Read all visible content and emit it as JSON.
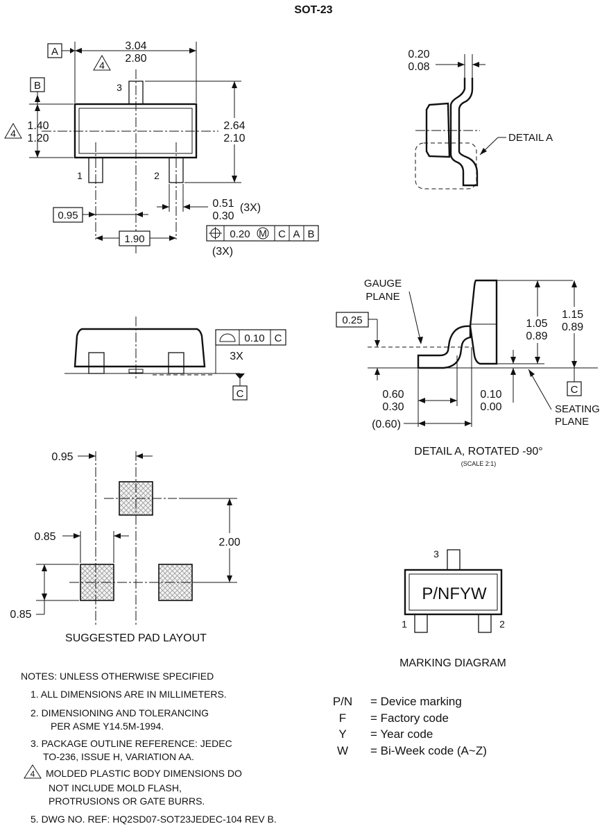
{
  "title": "SOT-23",
  "datums": {
    "a": "A",
    "b": "B",
    "c": "C"
  },
  "note_symbol": "4",
  "top_view": {
    "width_max": "3.04",
    "width_min": "2.80",
    "body_height_max": "1.40",
    "body_height_min": "1.20",
    "overall_height_max": "2.64",
    "overall_height_min": "2.10",
    "pin_pitch": "0.95",
    "pin_span": "1.90",
    "lead_width_max": "0.51",
    "lead_width_min": "0.30",
    "lead_qty": "(3X)",
    "fcf_tol": "0.20",
    "fcf_mod": "M",
    "fcf_d1": "C",
    "fcf_d2": "A",
    "fcf_d3": "B",
    "fcf_qty": "(3X)",
    "pin1": "1",
    "pin2": "2",
    "pin3": "3"
  },
  "side_view": {
    "coplanarity": "0.10",
    "qty": "3X"
  },
  "end_view": {
    "lead_thk_max": "0.20",
    "lead_thk_min": "0.08",
    "detail_label": "DETAIL A"
  },
  "detail_a": {
    "gauge_plane_1": "GAUGE",
    "gauge_plane_2": "PLANE",
    "gauge": "0.25",
    "height_a_max": "1.05",
    "height_a_min": "0.89",
    "height_b_max": "1.15",
    "height_b_min": "0.89",
    "foot_max": "0.60",
    "foot_min": "0.30",
    "foot_ref": "(0.60)",
    "standoff_max": "0.10",
    "standoff_min": "0.00",
    "seating_1": "SEATING",
    "seating_2": "PLANE",
    "caption": "DETAIL A, ROTATED -90°",
    "scale": "(SCALE 2:1)"
  },
  "pad_layout": {
    "pitch": "0.95",
    "pad_w": "0.85",
    "pad_h": "0.85",
    "span": "2.00",
    "caption": "SUGGESTED PAD LAYOUT"
  },
  "marking": {
    "code": "P/NFYW",
    "caption": "MARKING DIAGRAM",
    "pin1": "1",
    "pin2": "2",
    "pin3": "3"
  },
  "legend": [
    {
      "key": "P/N",
      "desc": "= Device marking"
    },
    {
      "key": "F",
      "desc": "= Factory code"
    },
    {
      "key": "Y",
      "desc": "= Year code"
    },
    {
      "key": "W",
      "desc": "= Bi-Week code (A~Z)"
    }
  ],
  "notes": {
    "heading": "NOTES: UNLESS OTHERWISE SPECIFIED",
    "n1": "1.  ALL DIMENSIONS ARE IN MILLIMETERS.",
    "n2a": "2.  DIMENSIONING AND TOLERANCING",
    "n2b": "PER ASME Y14.5M-1994.",
    "n3a": "3.  PACKAGE OUTLINE REFERENCE: JEDEC",
    "n3b": "TO-236, ISSUE H, VARIATION AA.",
    "n4a": "MOLDED PLASTIC BODY DIMENSIONS DO",
    "n4b": "NOT INCLUDE MOLD FLASH,",
    "n4c": "PROTRUSIONS OR GATE BURRS.",
    "n5": "5.  DWG NO. REF: HQ2SD07-SOT23JEDEC-104 REV B."
  }
}
